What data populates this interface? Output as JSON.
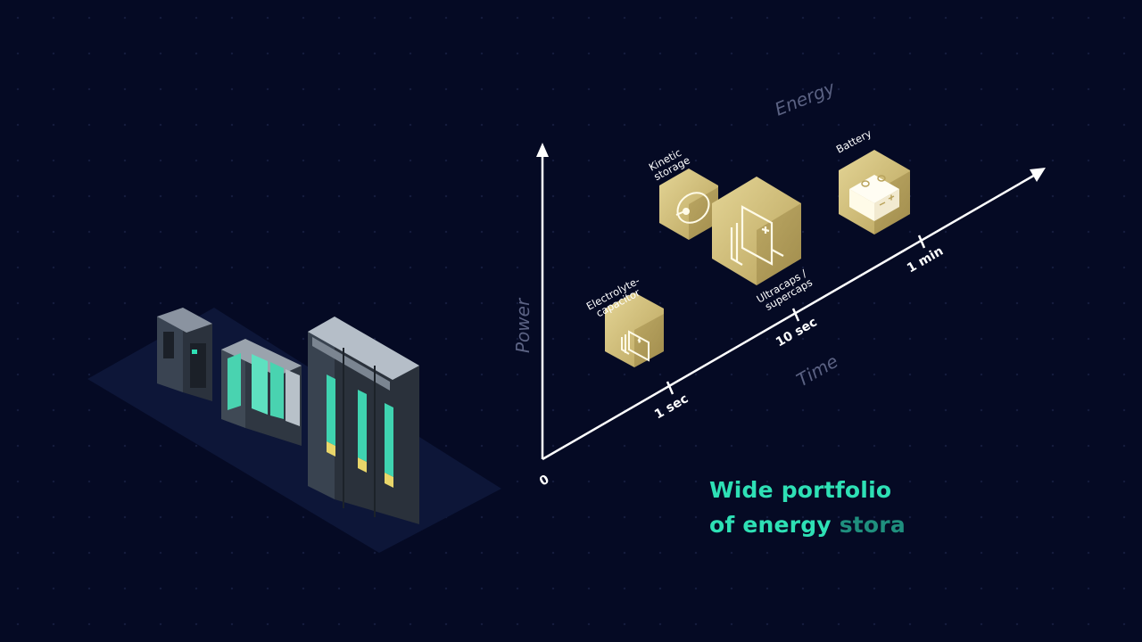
{
  "axes": {
    "energy_label": "Energy",
    "power_label": "Power",
    "time_label": "Time",
    "origin_label": "0",
    "ticks": [
      "1 sec",
      "10 sec",
      "1 min"
    ]
  },
  "storage_types": {
    "electrolyte": [
      "Electrolyte-",
      "capacitor"
    ],
    "kinetic": [
      "Kinetic",
      "storage"
    ],
    "ultracaps": [
      "Ultracaps /",
      "supercaps"
    ],
    "battery": [
      "Battery"
    ]
  },
  "headline": {
    "line1": "Wide portfolio",
    "line2_start": "of energy",
    "line2_end": "stora"
  },
  "colors": {
    "background": "#050a24",
    "accent": "#2ee0b5",
    "hex_gold": "#d2c07a",
    "axis": "#ffffff"
  }
}
